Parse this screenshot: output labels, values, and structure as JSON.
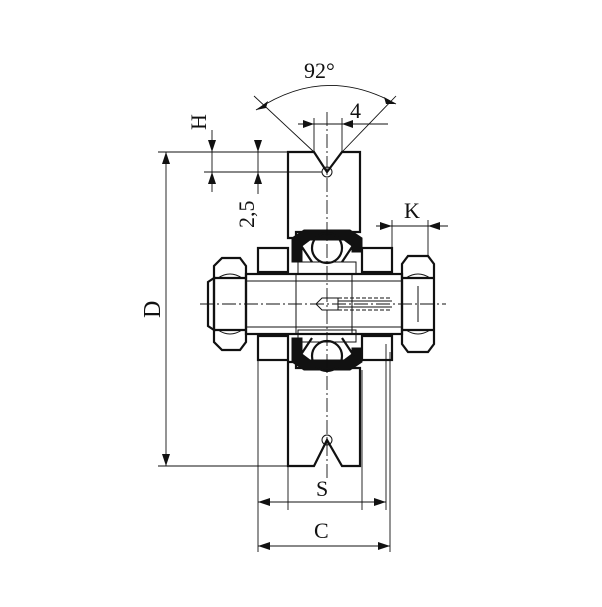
{
  "drawing": {
    "labels": {
      "angle": "92°",
      "groove_width": "4",
      "height": "H",
      "groove_depth": "2,5",
      "diameter": "D",
      "k": "K",
      "s": "S",
      "c": "C"
    },
    "colors": {
      "line": "#111111",
      "background": "#ffffff"
    }
  }
}
